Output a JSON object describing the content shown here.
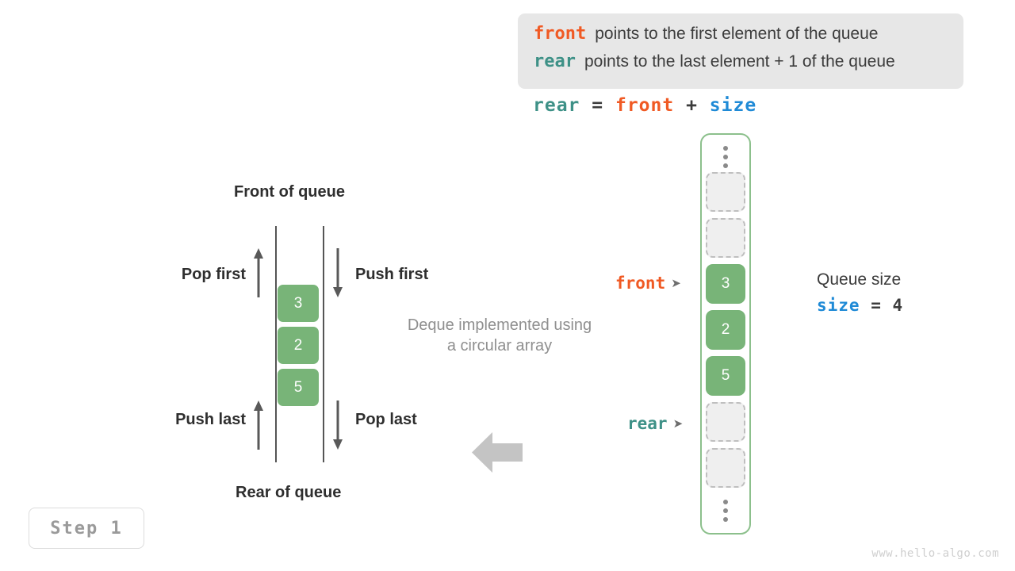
{
  "legend": {
    "lines": [
      {
        "keyword": "front",
        "color": "#f05a24",
        "text": "points to the first element of the queue"
      },
      {
        "keyword": "rear",
        "color": "#3e9187",
        "text": "points to the last element + 1 of the queue"
      }
    ]
  },
  "equation": {
    "lhs": "rear",
    "eq": "=",
    "rhs1": "front",
    "plus": "+",
    "rhs2": "size"
  },
  "deque": {
    "front_label": "Front of queue",
    "rear_label": "Rear of queue",
    "caption_line1": "Deque implemented using",
    "caption_line2": "a circular array",
    "operations": {
      "pop_first": "Pop first",
      "push_first": "Push first",
      "push_last": "Push last",
      "pop_last": "Pop last"
    },
    "cells": [
      "3",
      "2",
      "5"
    ]
  },
  "array": {
    "slots": [
      {
        "value": "",
        "state": "empty"
      },
      {
        "value": "",
        "state": "empty"
      },
      {
        "value": "3",
        "state": "filled"
      },
      {
        "value": "2",
        "state": "filled"
      },
      {
        "value": "5",
        "state": "filled"
      },
      {
        "value": "",
        "state": "empty"
      },
      {
        "value": "",
        "state": "empty"
      }
    ],
    "pointers": {
      "front": {
        "label": "front",
        "arrow": "➤",
        "target_index": 2
      },
      "rear": {
        "label": "rear",
        "arrow": "➤",
        "target_index": 5
      }
    }
  },
  "queue_size": {
    "title": "Queue size",
    "var": "size",
    "eq": "=",
    "value": "4"
  },
  "step_badge": "Step 1",
  "watermark": "www.hello-algo.com",
  "colors": {
    "front": "#f05a24",
    "rear": "#3e9187",
    "size": "#1f8ad6",
    "cell_green": "#78b478",
    "container_green": "#8cc08c",
    "muted_gray": "#8f8f8f",
    "arrow_gray": "#c4c4c4"
  }
}
